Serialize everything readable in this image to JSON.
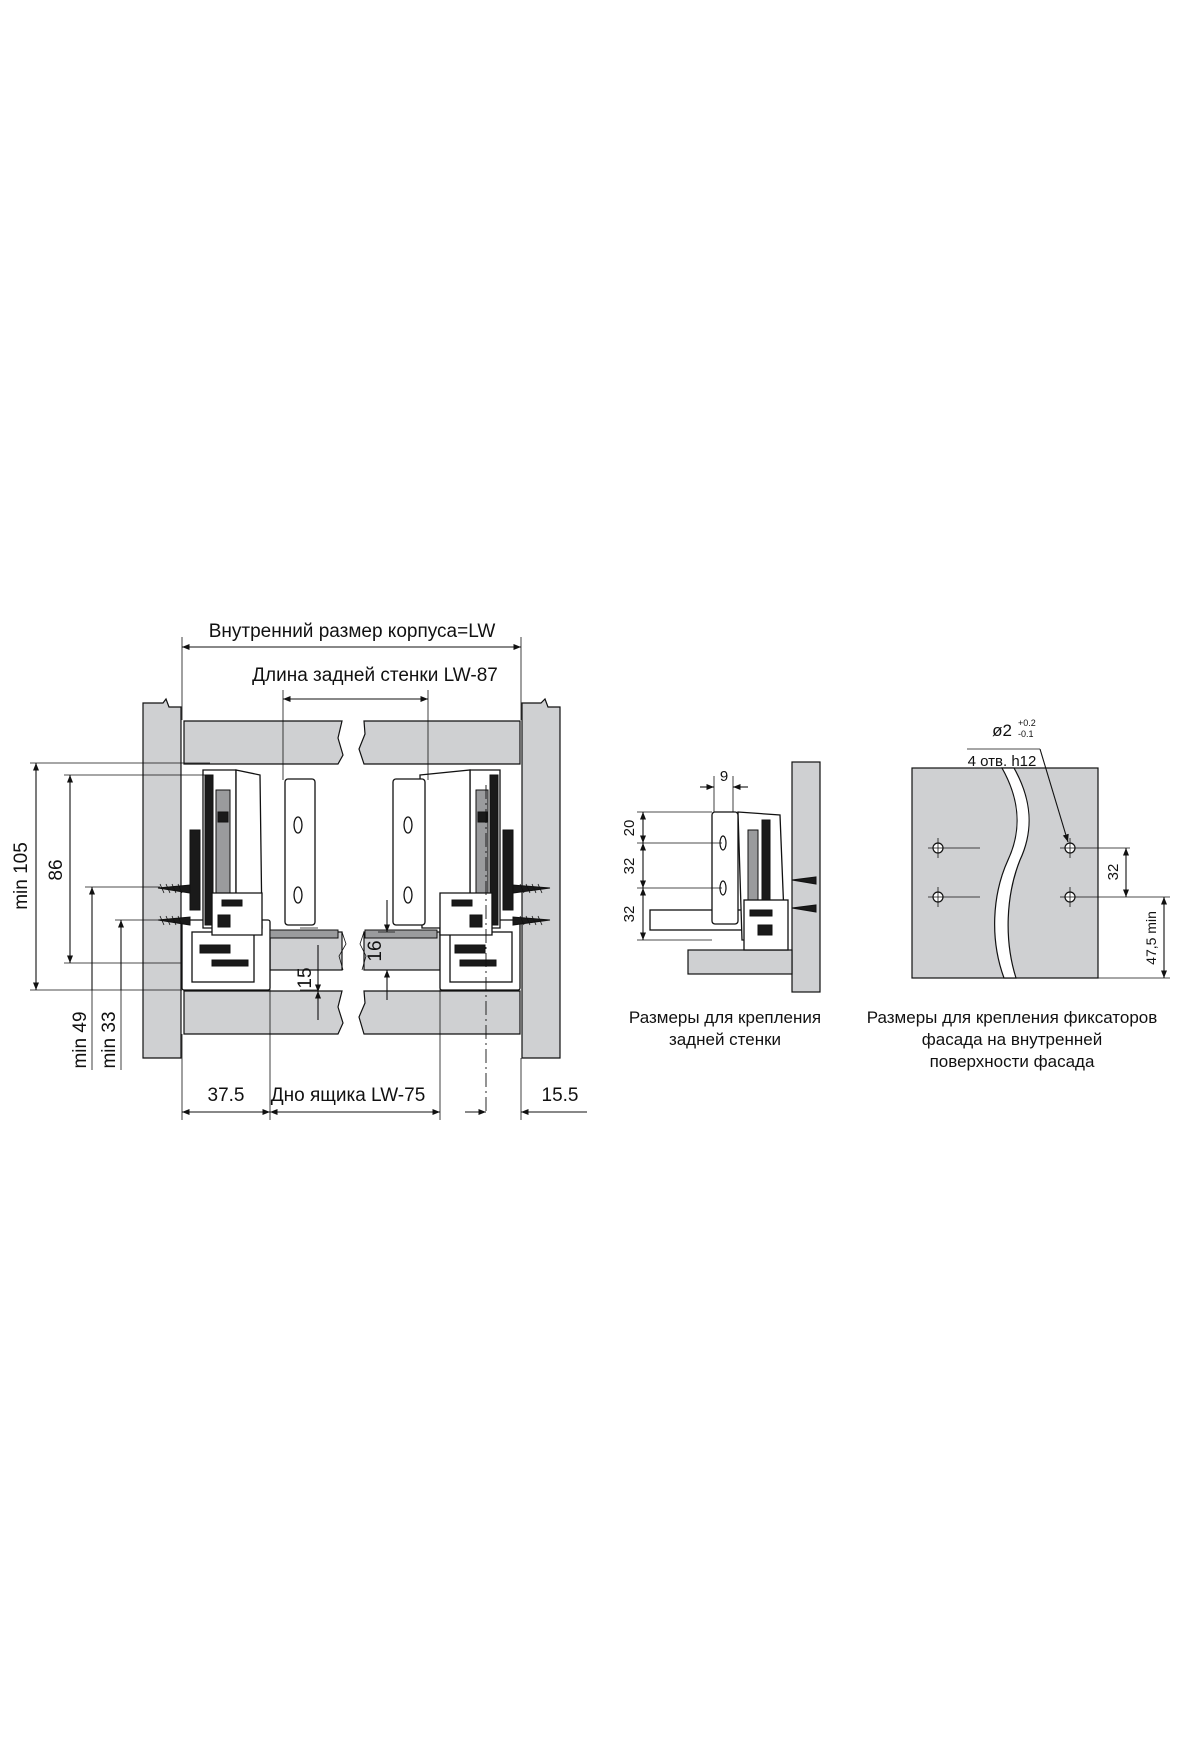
{
  "main_view": {
    "title_inner_width": "Внутренний размер корпуса=LW",
    "title_back_wall": "Длина задней стенки  LW-87",
    "dim_min105": "min 105",
    "dim_86": "86",
    "dim_min49": "min 49",
    "dim_min33": "min 33",
    "dim_15": "15",
    "dim_16": "16",
    "dim_37_5": "37.5",
    "drawer_bottom_label": "Дно ящика  LW-75",
    "dim_15_5": "15.5"
  },
  "back_wall_view": {
    "dim_9": "9",
    "dim_20": "20",
    "dim_32a": "32",
    "dim_32b": "32",
    "caption_line1": "Размеры  для крепления",
    "caption_line2": "задней стенки"
  },
  "front_view": {
    "hole_diameter_prefix": "ø2",
    "tol_upper": "+0.2",
    "tol_lower": "-0.1",
    "holes_label": "4 отв. h12",
    "dim_32": "32",
    "dim_47_5": "47,5 min",
    "caption_line1": "Размеры для крепления фиксаторов",
    "caption_line2": "фасада на внутренней",
    "caption_line3": "поверхности фасада"
  },
  "colors": {
    "panel_fill": "#cfd0d2",
    "line": "#111111",
    "background": "#ffffff"
  }
}
